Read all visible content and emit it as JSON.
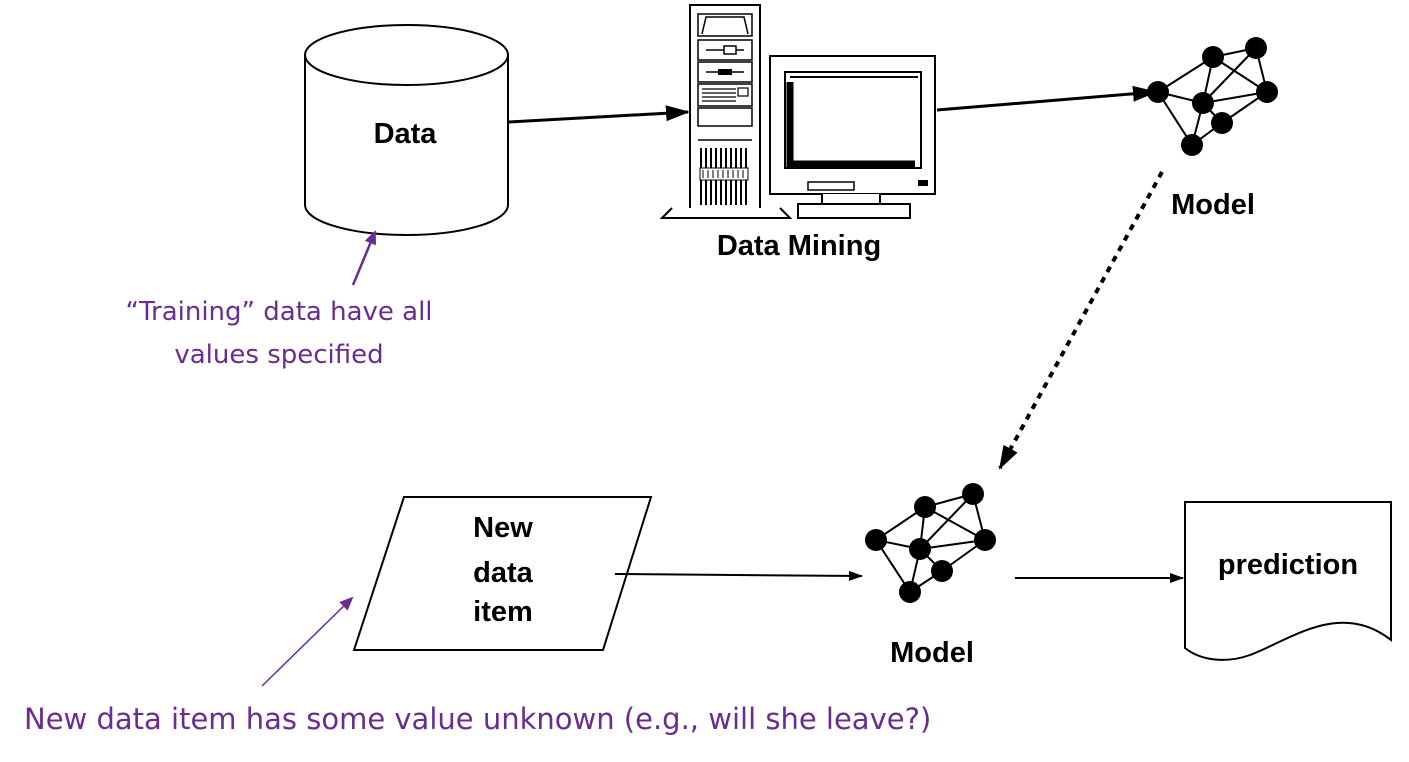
{
  "colors": {
    "annotation": "#6a2c91",
    "ink": "#000000",
    "background": "#ffffff"
  },
  "nodes": {
    "data_store": {
      "label": "Data",
      "icon": "database-cylinder-icon"
    },
    "data_mining": {
      "label": "Data Mining",
      "icon": "computer-workstation-icon"
    },
    "model_top": {
      "label": "Model",
      "icon": "network-graph-icon"
    },
    "new_item": {
      "label_lines": [
        "New",
        "data",
        "item"
      ],
      "icon": "input-parallelogram-icon"
    },
    "model_bottom": {
      "label": "Model",
      "icon": "network-graph-icon"
    },
    "prediction": {
      "label": "prediction",
      "icon": "document-icon"
    }
  },
  "annotations": {
    "training": {
      "lines": [
        "“Training” data have all",
        "values specified"
      ]
    },
    "new_item": {
      "text": "New data item has some value unknown (e.g., will she leave?)"
    }
  },
  "edges": [
    {
      "from": "data_store",
      "to": "data_mining",
      "style": "solid"
    },
    {
      "from": "data_mining",
      "to": "model_top",
      "style": "solid"
    },
    {
      "from": "model_top",
      "to": "model_bottom",
      "style": "dotted"
    },
    {
      "from": "new_item",
      "to": "model_bottom",
      "style": "solid"
    },
    {
      "from": "model_bottom",
      "to": "prediction",
      "style": "solid"
    }
  ]
}
